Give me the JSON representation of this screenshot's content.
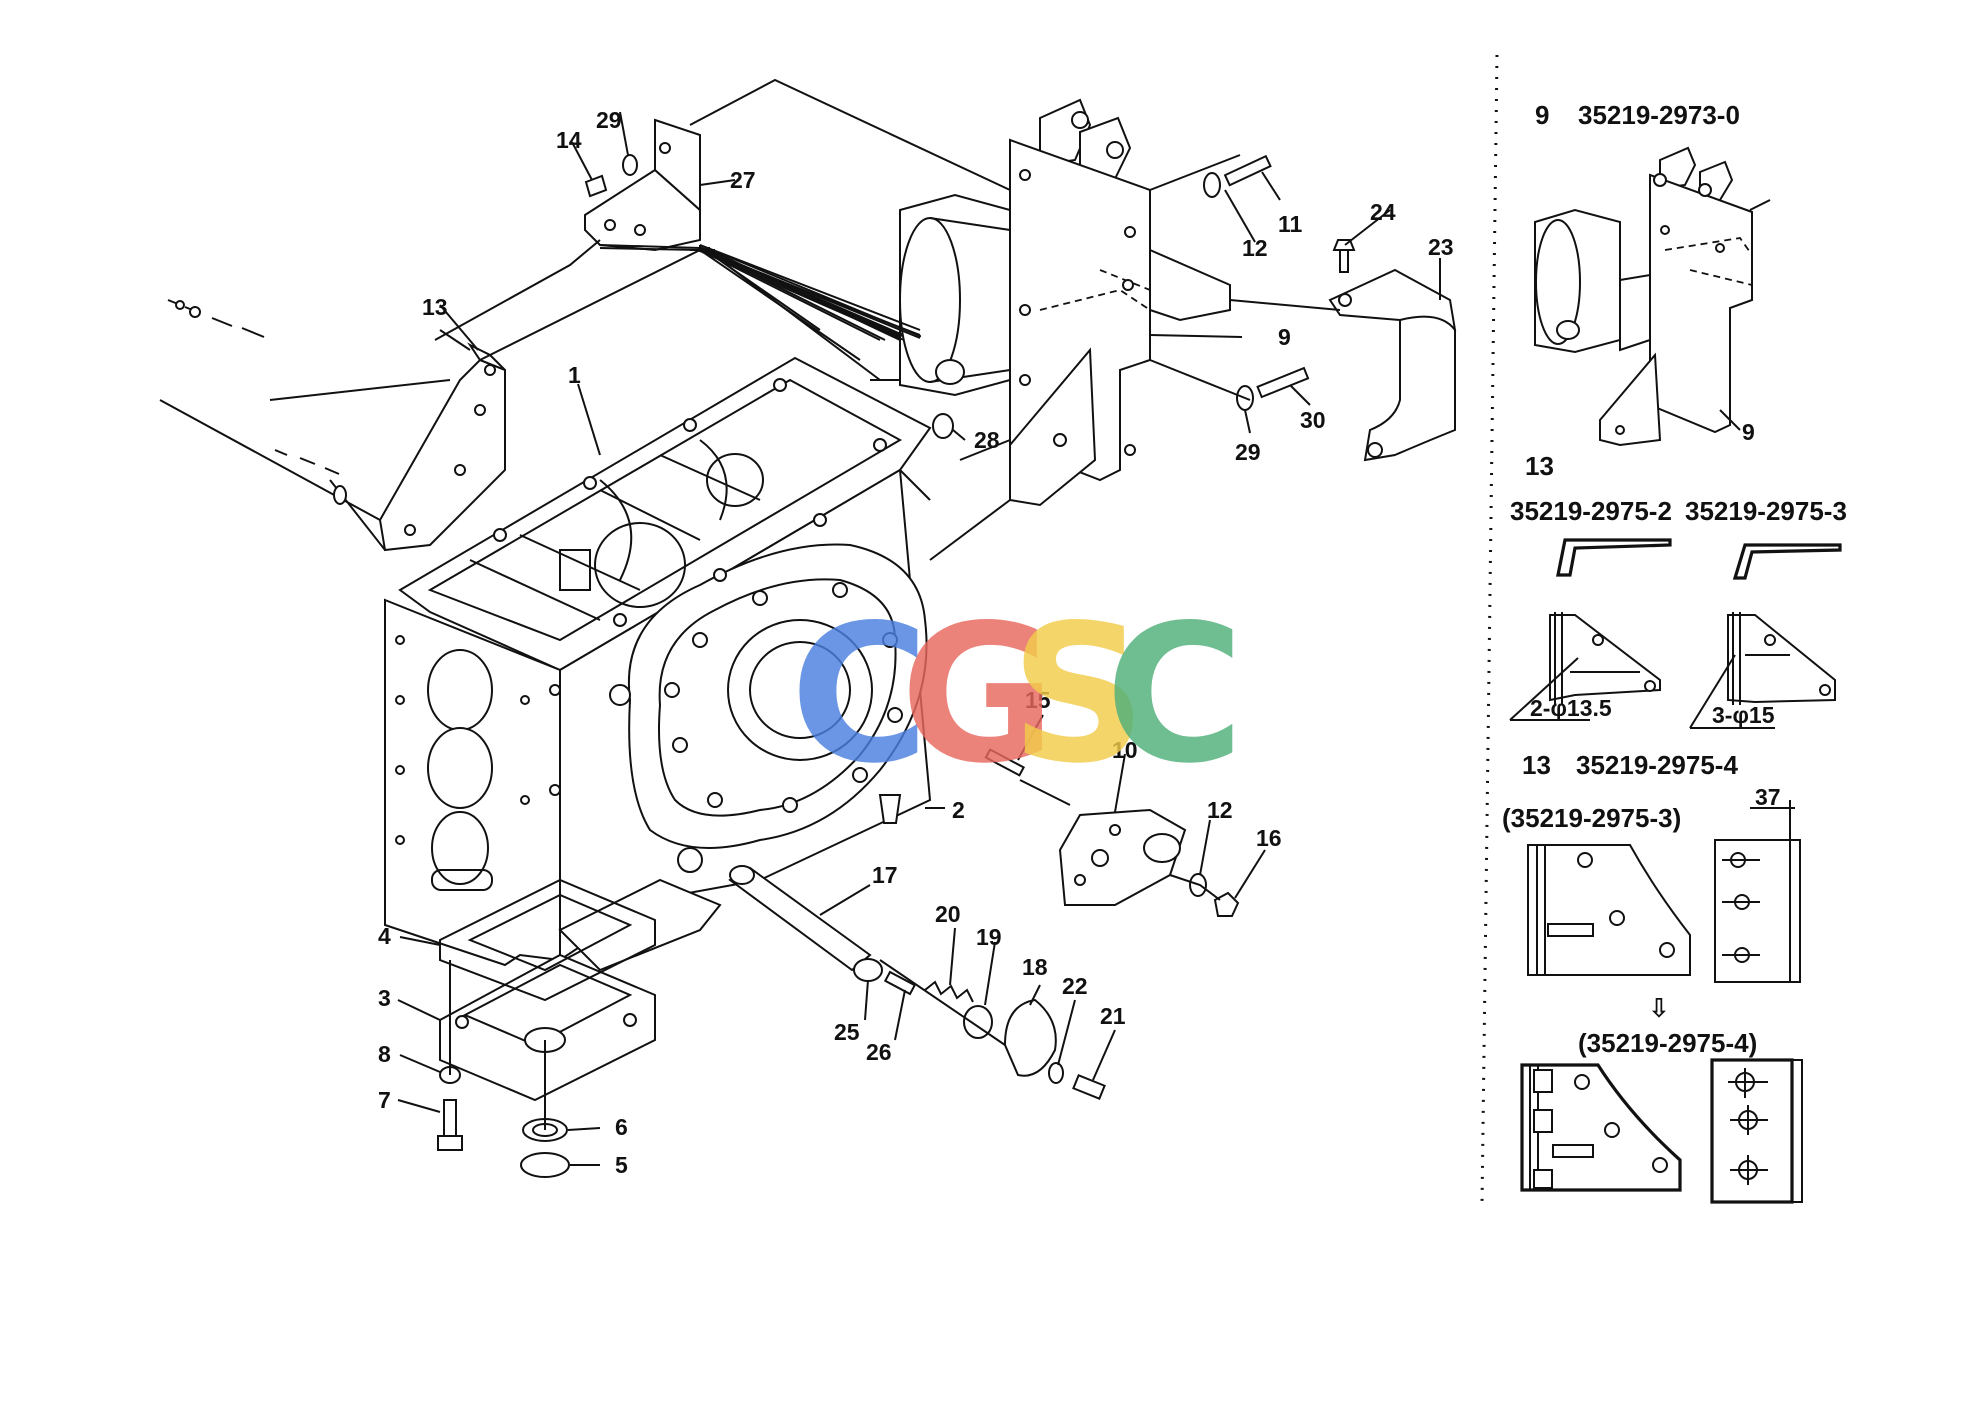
{
  "watermark": {
    "text": "CGSC",
    "colors": [
      "#4a7fe0",
      "#e8685f",
      "#f2cc4a",
      "#4fb07a"
    ]
  },
  "callouts": [
    {
      "id": "c1",
      "text": "1"
    },
    {
      "id": "c2",
      "text": "2"
    },
    {
      "id": "c3",
      "text": "3"
    },
    {
      "id": "c4",
      "text": "4"
    },
    {
      "id": "c5",
      "text": "5"
    },
    {
      "id": "c6",
      "text": "6"
    },
    {
      "id": "c7",
      "text": "7"
    },
    {
      "id": "c8",
      "text": "8"
    },
    {
      "id": "c9a",
      "text": "9"
    },
    {
      "id": "c10",
      "text": "10"
    },
    {
      "id": "c11",
      "text": "11"
    },
    {
      "id": "c12a",
      "text": "12"
    },
    {
      "id": "c12b",
      "text": "12"
    },
    {
      "id": "c13",
      "text": "13"
    },
    {
      "id": "c14",
      "text": "14"
    },
    {
      "id": "c15",
      "text": "15"
    },
    {
      "id": "c16",
      "text": "16"
    },
    {
      "id": "c17",
      "text": "17"
    },
    {
      "id": "c18",
      "text": "18"
    },
    {
      "id": "c19",
      "text": "19"
    },
    {
      "id": "c20",
      "text": "20"
    },
    {
      "id": "c21",
      "text": "21"
    },
    {
      "id": "c22",
      "text": "22"
    },
    {
      "id": "c23",
      "text": "23"
    },
    {
      "id": "c24",
      "text": "24"
    },
    {
      "id": "c25",
      "text": "25"
    },
    {
      "id": "c26",
      "text": "26"
    },
    {
      "id": "c27",
      "text": "27"
    },
    {
      "id": "c28",
      "text": "28"
    },
    {
      "id": "c29a",
      "text": "29"
    },
    {
      "id": "c29b",
      "text": "29"
    },
    {
      "id": "c30",
      "text": "30"
    }
  ],
  "side_panel": {
    "item9_num": "9",
    "item9_part": "35219-2973-0",
    "item9_small": "9",
    "item13_num_a": "13",
    "variant_2": "35219-2975-2",
    "variant_3": "35219-2975-3",
    "holes_2": "2-φ13.5",
    "holes_3": "3-φ15",
    "item13_num_b": "13",
    "item13_part_b": "35219-2975-4",
    "from_paren": "(35219-2975-3)",
    "dim_37": "37",
    "arrow_glyph": "⇩",
    "to_paren": "(35219-2975-4)"
  }
}
